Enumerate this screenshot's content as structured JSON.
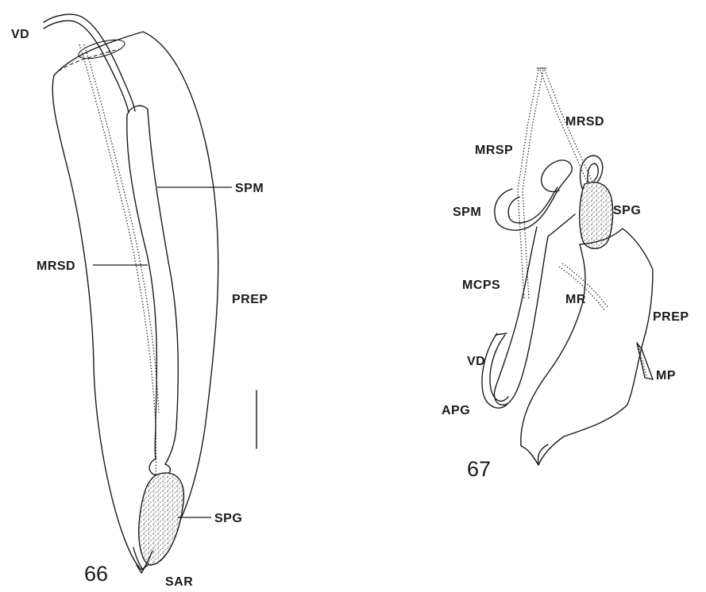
{
  "figure_66": {
    "number": "66",
    "labels": {
      "vd": "VD",
      "spm": "SPM",
      "mrsd": "MRSD",
      "prep": "PREP",
      "spg": "SPG",
      "sar": "SAR"
    }
  },
  "figure_67": {
    "number": "67",
    "labels": {
      "mrsd": "MRSD",
      "mrsp": "MRSP",
      "spm": "SPM",
      "spg": "SPG",
      "mcps": "MCPS",
      "mr": "MR",
      "prep": "PREP",
      "vd": "VD",
      "mp": "MP",
      "apg": "APG"
    }
  }
}
